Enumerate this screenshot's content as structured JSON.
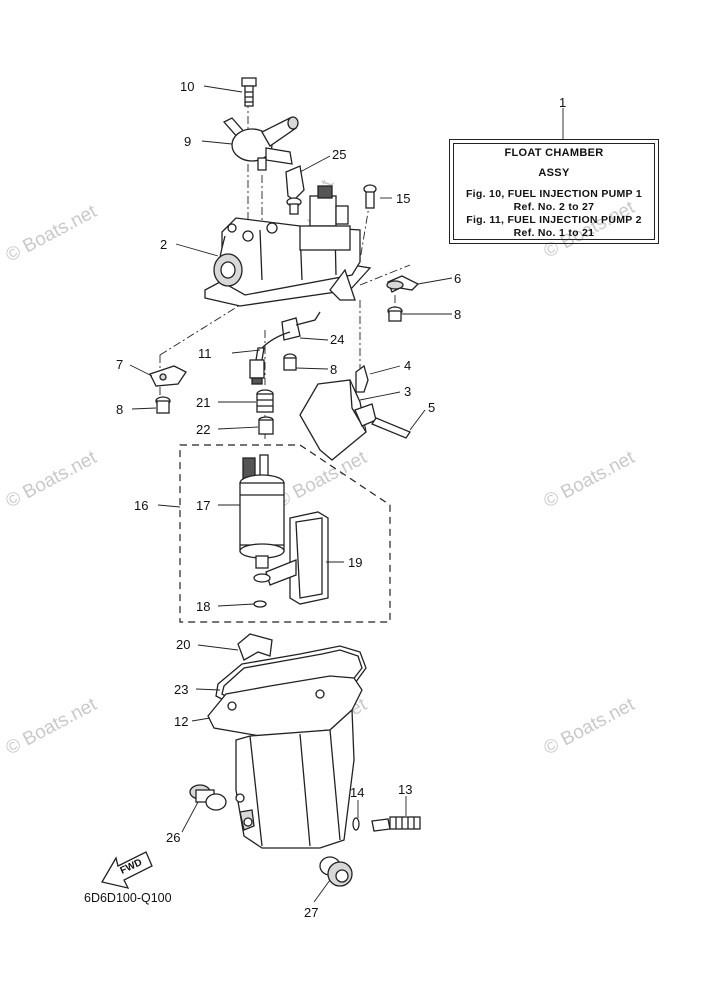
{
  "reference_box": {
    "title": "FLOAT CHAMBER",
    "subtitle": "ASSY",
    "line1": "Fig. 10, FUEL INJECTION PUMP 1",
    "line2": "Ref. No. 2 to 27",
    "line3": "Fig. 11, FUEL INJECTION PUMP 2",
    "line4": "Ref. No. 1 to 21"
  },
  "diagram_code": "6D6D100-Q100",
  "fwd_label": "FWD",
  "watermark": "© Boats.net",
  "callouts": {
    "n1": "1",
    "n2": "2",
    "n3": "3",
    "n4": "4",
    "n5": "5",
    "n6": "6",
    "n7": "7",
    "n8a": "8",
    "n8b": "8",
    "n8c": "8",
    "n9": "9",
    "n10": "10",
    "n11": "11",
    "n12": "12",
    "n13": "13",
    "n14": "14",
    "n15": "15",
    "n16": "16",
    "n17": "17",
    "n18": "18",
    "n19": "19",
    "n20": "20",
    "n21": "21",
    "n22": "22",
    "n23": "23",
    "n24": "24",
    "n25": "25",
    "n26": "26",
    "n27": "27"
  }
}
